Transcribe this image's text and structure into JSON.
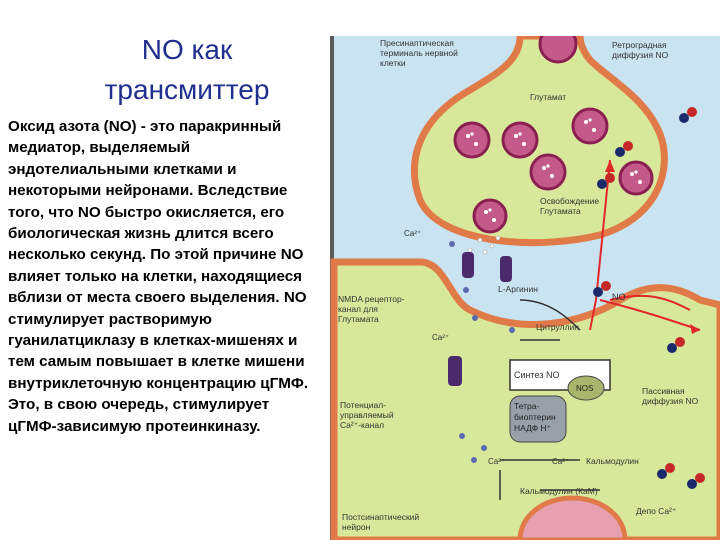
{
  "title": {
    "line1": "NO как",
    "line2": "трансмиттер"
  },
  "body_text": "Оксид азота (NO) - это паракринный медиатор, выделяемый эндотелиальными клетками и некоторыми нейронами. Вследствие того, что NO быстро окисляется, его биологическая жизнь длится всего несколько секунд. По этой причине NO влияет только на клетки, находящиеся вблизи от места своего выделения. NO стимулирует растворимую гуанилатциклазу в клетках-мишенях и тем самым повышает в клетке мишени внутриклеточную концентрацию цГМФ. Это, в свою очередь, стимулирует цГМФ-зависимую протеинкиназу.",
  "diagram": {
    "presynaptic": [
      "Пресинаптическая",
      "терминаль нервной",
      "клетки"
    ],
    "retrograde": [
      "Ретроградная",
      "диффузия NO"
    ],
    "glutamate": "Глутамат",
    "release": [
      "Освобождение",
      "Глутамата"
    ],
    "ca_top": "Ca²⁺",
    "l_arginine": "L-Аргинин",
    "no": "NO",
    "nmda": [
      "NMDA рецептор-",
      "канал для",
      "Глутамата"
    ],
    "ca_mid": "Ca²⁺",
    "citrulline": "Цитруллин",
    "no_synthase": "Синтез NO",
    "nos": "NOS",
    "cofactors": [
      "Тетра-",
      "биоптерин",
      "НАДФ H⁺"
    ],
    "voltage_channel": [
      "Потенциал-",
      "управляемый",
      "Ca²⁺-канал"
    ],
    "passive": [
      "Пассивная",
      "диффузия NO"
    ],
    "ca_low1": "Ca²⁺",
    "ca_low2": "Ca²⁺",
    "calmodulin": "Кальмодулин",
    "calmodulin_ka": "Кальмодулин (КаМ)",
    "depot": "Депо Ca²⁺",
    "postsynaptic": [
      "Постсинаптический",
      "нейрон"
    ]
  }
}
